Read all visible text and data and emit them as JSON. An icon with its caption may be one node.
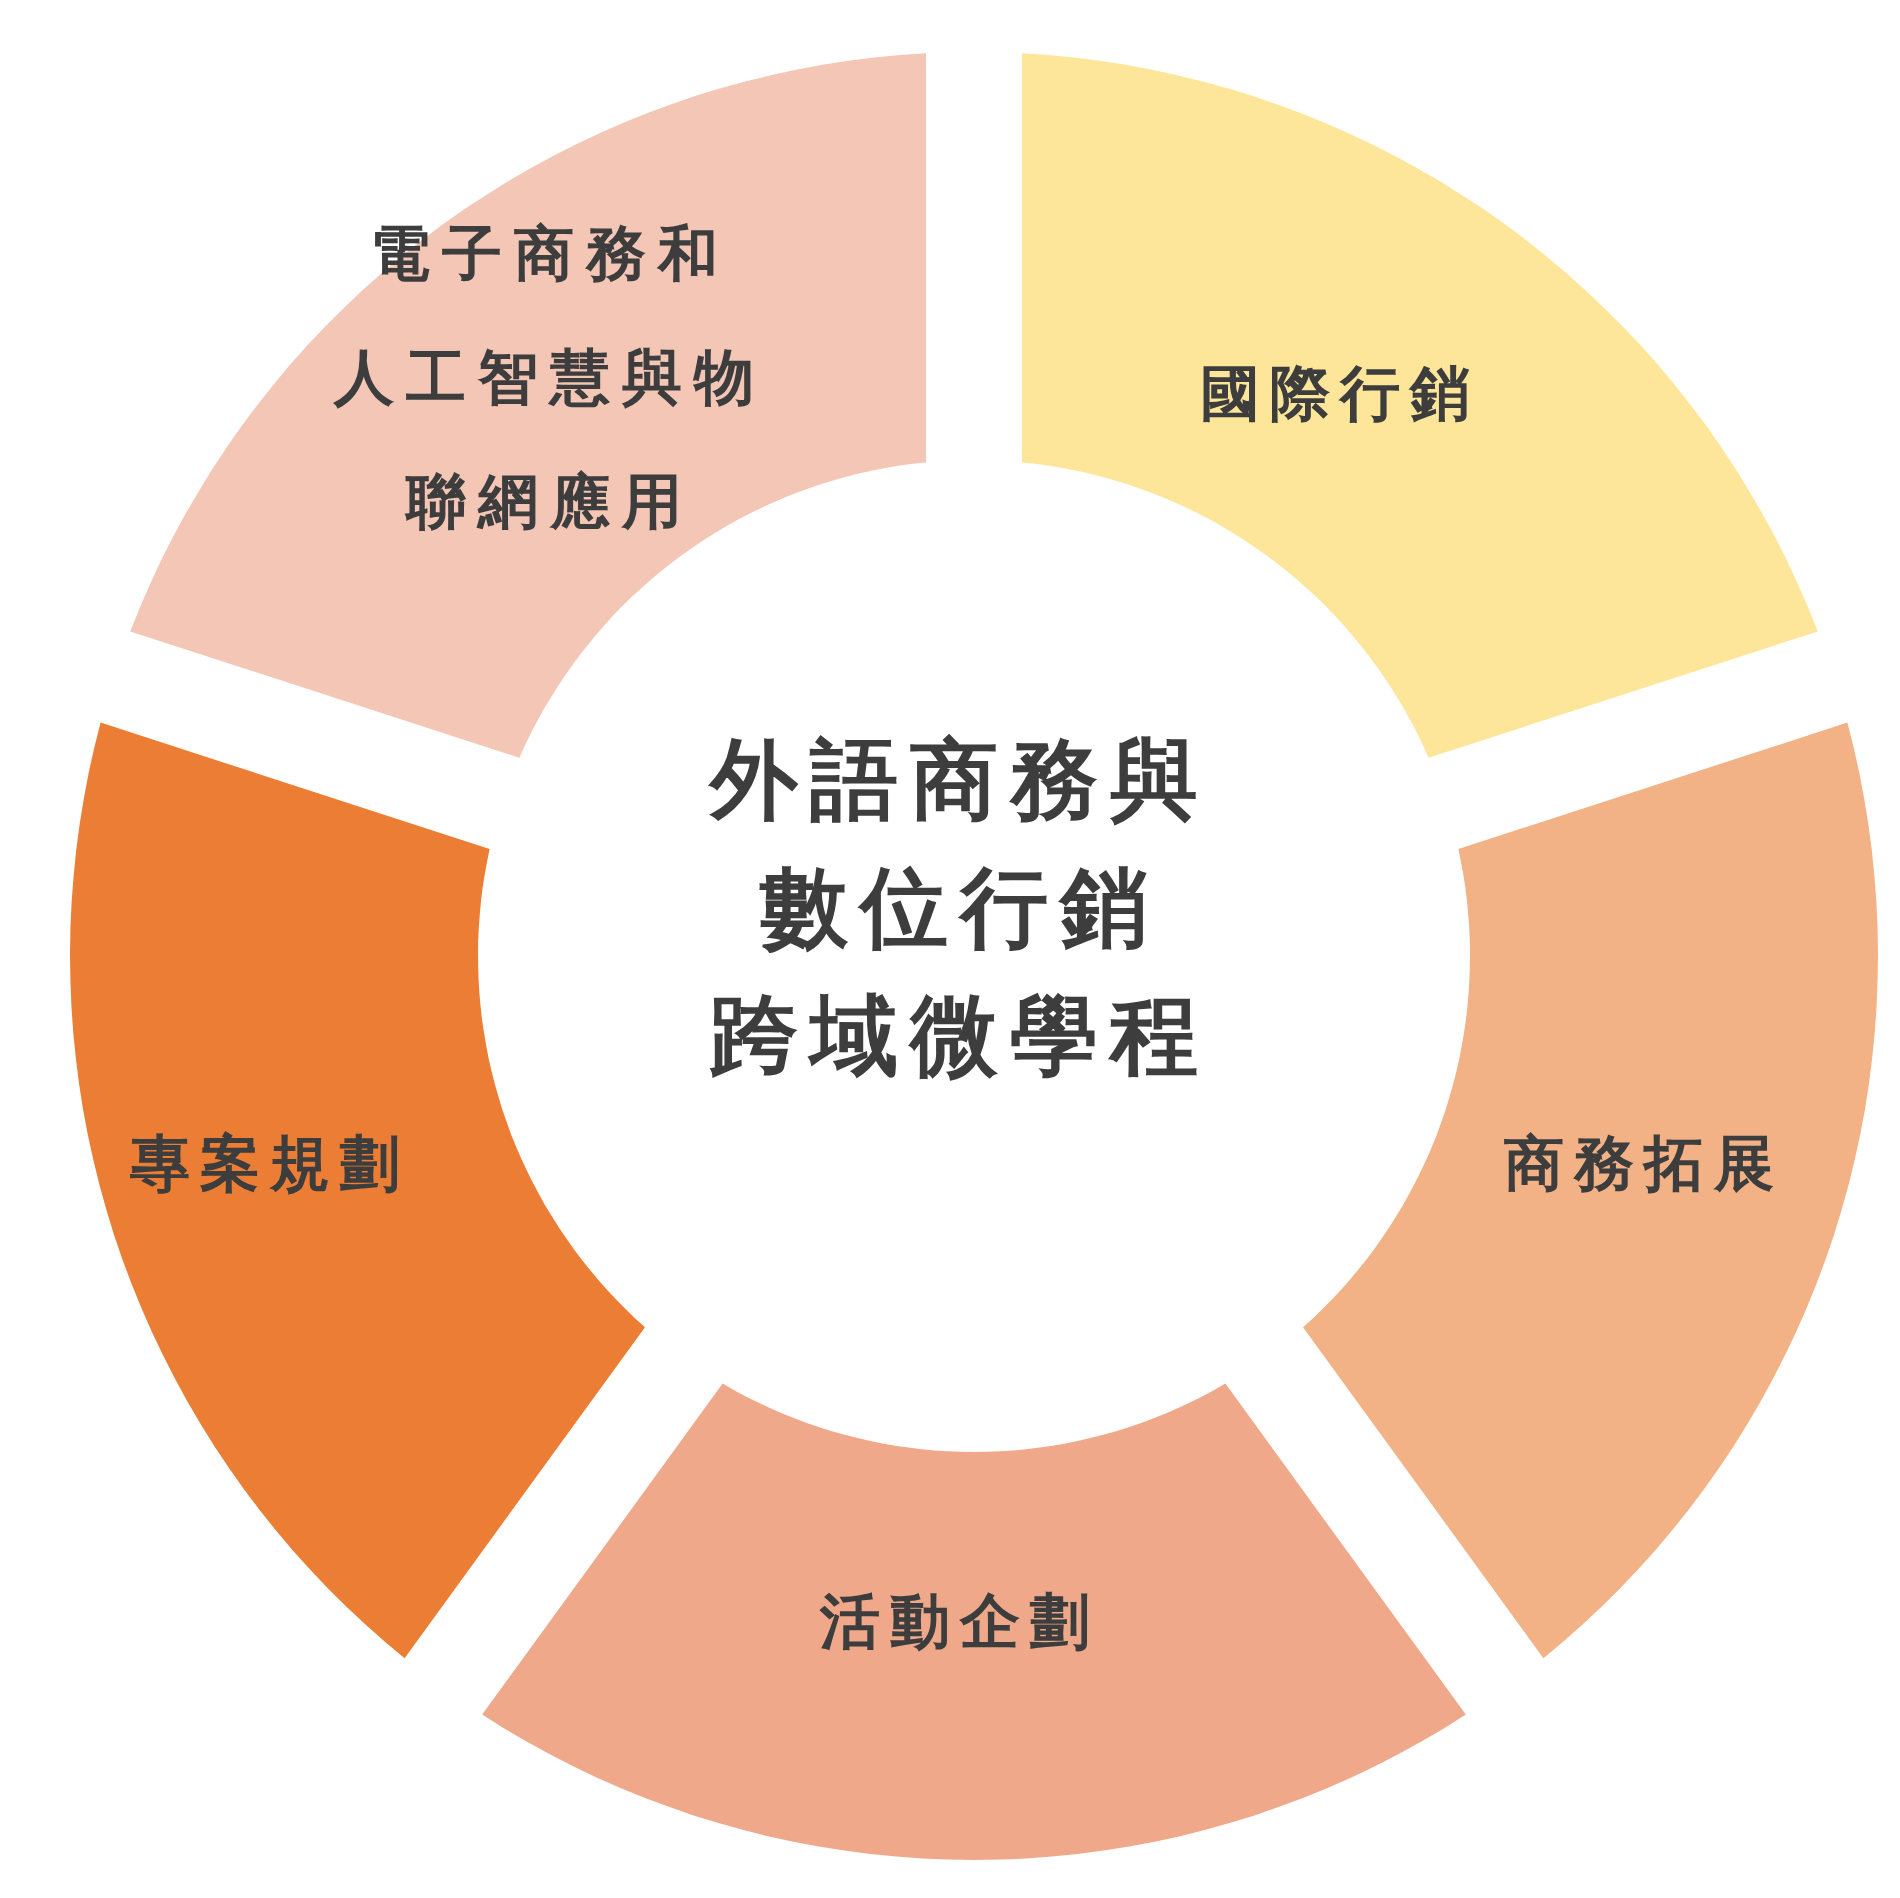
{
  "diagram": {
    "nodes": [
      {
        "text": [
          "外語商務與數位行銷跨域微學程"
        ]
      },
      {
        "text": [
          "國際行銷"
        ]
      },
      {
        "text": [
          "商務拓展"
        ]
      },
      {
        "text": [
          "活動企劃"
        ]
      },
      {
        "text": [
          "專案規劃"
        ]
      },
      {
        "text": [
          "電子商務和人工智慧與物聯網應用"
        ]
      }
    ],
    "edges": []
  }
}
